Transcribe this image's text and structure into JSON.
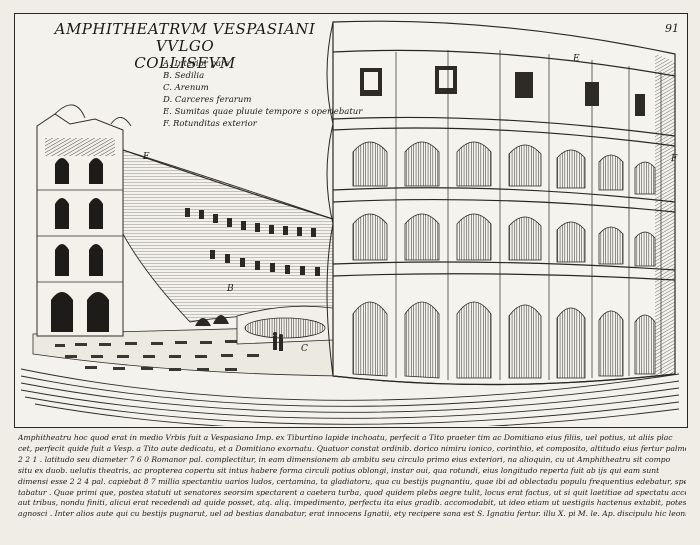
{
  "plate": {
    "title_line1": "AMPHITHEATRVM VESPASIANI VVLGO",
    "title_line2": "COLLISEVM",
    "number": "91"
  },
  "legend": [
    "A. Interior pars",
    "B. Sedilia",
    "C. Arenum",
    "D. Carceres ferarum",
    "E. Sumitas quae pluuie tempore s operiebatur",
    "F. Rotunditas exterior"
  ],
  "letters": {
    "e_left": "E",
    "e_top": "E",
    "f": "F",
    "b": "B",
    "c": "C"
  },
  "caption": [
    "Amphitheatru hoc quod erat in medio Vrbis fuit a Vespasiano Imp. ex Tiburtino lapide inchoatu, perfecit a Tito praeter tim ac Domitiano eius filiis, uel potius, ut aliis plac",
    "cet, perfecit quide fuit a Vesp. a Tito aute dedicatu, et a Domitiano exornatu. Quatuor constat ordinib. dorico nimiru ionico, corinthio, et composito, altitudo eius fertur palmoru",
    "2 2 1 . latitudo seu diameter 7 6 0 Romanor pal. complectitur, in eam dimensionem ab ambitu seu circulo primo eius exteriori, na alioquin, cu ut Amphitheatru sit compo",
    "situ ex duob. uelutis theatris, ac propterea copertu sit intus habere forma circuli potius oblongi, instar oui, qua rotundi, eius longitudo reperta fuit ab ijs qui eam sunt",
    "dimensi esse 2 2 4 pal. capiebat 8 7 millia spectantiu uarios ludos, certamina, ta gladiatoru, qua cu bestijs pugnantiu, quae ibi ad oblectadu populu frequentius edebatur, spe",
    "tabatur . Quae primi que, postea statuti ut senatores seorsim spectarent a caetera turba, quod quidem plebs aegre tulit, locus erat factus, ut si quit laetitiae ad spectatu accederet,",
    "aut tribus, nondu finiti, alicui erat recedendi ad quide posset, atq. aliq. impedimento, perfectu ita eius gradib. accomodabit, ut ideo etiam ut uestigiis hactenus extabit, potest",
    "agnosci . Inter alios aute qui cu bestijs pugnarut, uel ad bestias danabatur, erat innocens Ignatii, ety recipere sana est S. Ignatiu fertur. illu X. pi M. le. Ap. discipulu hic leonib."
  ]
}
